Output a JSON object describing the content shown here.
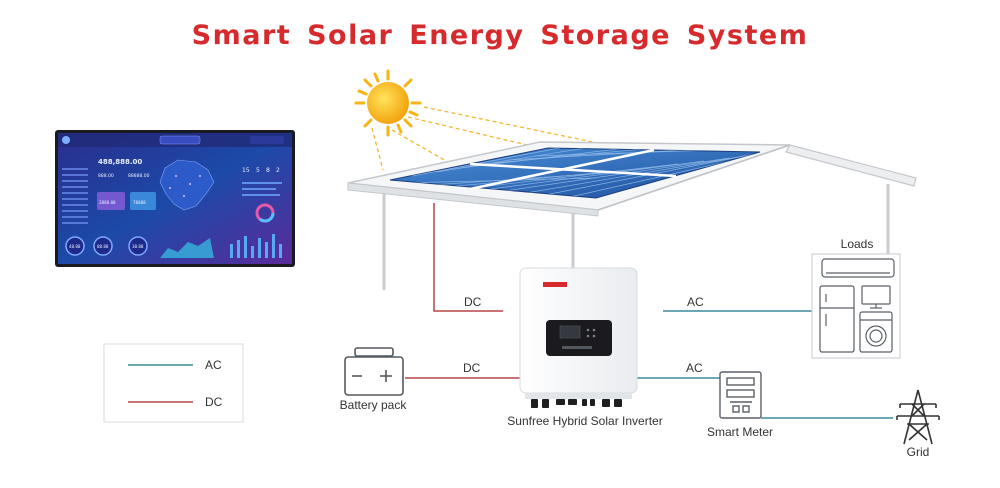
{
  "title": "Smart Solar Energy Storage System",
  "components": {
    "loads": "Loads",
    "battery": "Battery pack",
    "inverter": "Sunfree Hybrid Solar Inverter",
    "smart_meter": "Smart Meter",
    "grid": "Grid"
  },
  "connections": {
    "panel_to_inverter": "DC",
    "battery_to_inverter": "DC",
    "inverter_to_loads": "AC",
    "inverter_to_meter": "AC"
  },
  "legend": {
    "ac_label": "AC",
    "dc_label": "DC"
  },
  "monitor_screen": {
    "headline_value": "488,888.00",
    "sub_value_1": "888.00",
    "sub_value_2": "88888.00",
    "card_value_1": "2888.88",
    "card_value_2": "78888",
    "digits": [
      "15",
      "5",
      "8",
      "2"
    ],
    "gauges": [
      "48.88",
      "88.88",
      "38.88"
    ]
  },
  "colors": {
    "title": "#d62a2d",
    "ac_line": "#3f8a9c",
    "dc_line": "#b5474a",
    "sun": "#f6b514",
    "panel": "#2d6ec0",
    "screen_bg": "#2a2d8c"
  }
}
